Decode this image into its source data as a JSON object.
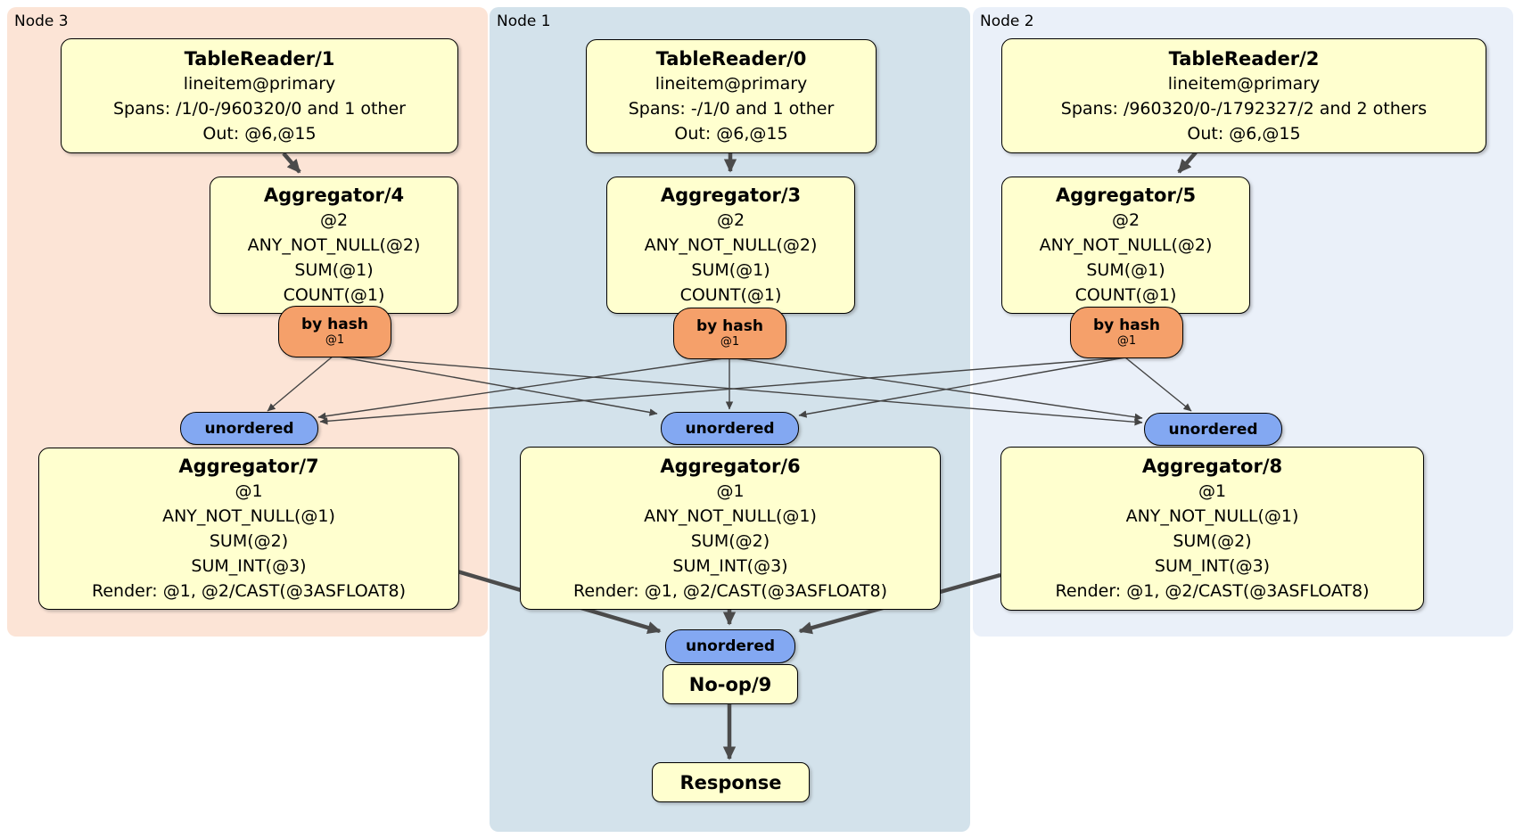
{
  "regions": {
    "node3": {
      "label": "Node 3"
    },
    "node1": {
      "label": "Node 1"
    },
    "node2": {
      "label": "Node 2"
    }
  },
  "proc": {
    "tr1": {
      "title": "TableReader/1",
      "lines": [
        "lineitem@primary",
        "Spans: /1/0-/960320/0 and 1 other",
        "Out: @6,@15"
      ]
    },
    "tr0": {
      "title": "TableReader/0",
      "lines": [
        "lineitem@primary",
        "Spans: -/1/0 and 1 other",
        "Out: @6,@15"
      ]
    },
    "tr2": {
      "title": "TableReader/2",
      "lines": [
        "lineitem@primary",
        "Spans: /960320/0-/1792327/2 and 2 others",
        "Out: @6,@15"
      ]
    },
    "agg4": {
      "title": "Aggregator/4",
      "lines": [
        "@2",
        "ANY_NOT_NULL(@2)",
        "SUM(@1)",
        "COUNT(@1)"
      ]
    },
    "agg3": {
      "title": "Aggregator/3",
      "lines": [
        "@2",
        "ANY_NOT_NULL(@2)",
        "SUM(@1)",
        "COUNT(@1)"
      ]
    },
    "agg5": {
      "title": "Aggregator/5",
      "lines": [
        "@2",
        "ANY_NOT_NULL(@2)",
        "SUM(@1)",
        "COUNT(@1)"
      ]
    },
    "agg7": {
      "title": "Aggregator/7",
      "lines": [
        "@1",
        "ANY_NOT_NULL(@1)",
        "SUM(@2)",
        "SUM_INT(@3)",
        "Render: @1, @2/CAST(@3ASFLOAT8)"
      ]
    },
    "agg6": {
      "title": "Aggregator/6",
      "lines": [
        "@1",
        "ANY_NOT_NULL(@1)",
        "SUM(@2)",
        "SUM_INT(@3)",
        "Render: @1, @2/CAST(@3ASFLOAT8)"
      ]
    },
    "agg8": {
      "title": "Aggregator/8",
      "lines": [
        "@1",
        "ANY_NOT_NULL(@1)",
        "SUM(@2)",
        "SUM_INT(@3)",
        "Render: @1, @2/CAST(@3ASFLOAT8)"
      ]
    },
    "noop": {
      "title": "No-op/9"
    },
    "response": {
      "title": "Response"
    }
  },
  "router": {
    "label": "by hash",
    "sub": "@1"
  },
  "collector": {
    "label": "unordered"
  },
  "colors": {
    "node3_bg": "#fce4d6",
    "node1_bg": "#d3e2eb",
    "node2_bg": "#eaf0f9",
    "box_fill": "#ffffcf",
    "box_border": "#000000",
    "router_fill": "#f5a06a",
    "collector_fill": "#83a8f2",
    "edge_thin": "#444444",
    "edge_thick": "#4b4b4b"
  }
}
